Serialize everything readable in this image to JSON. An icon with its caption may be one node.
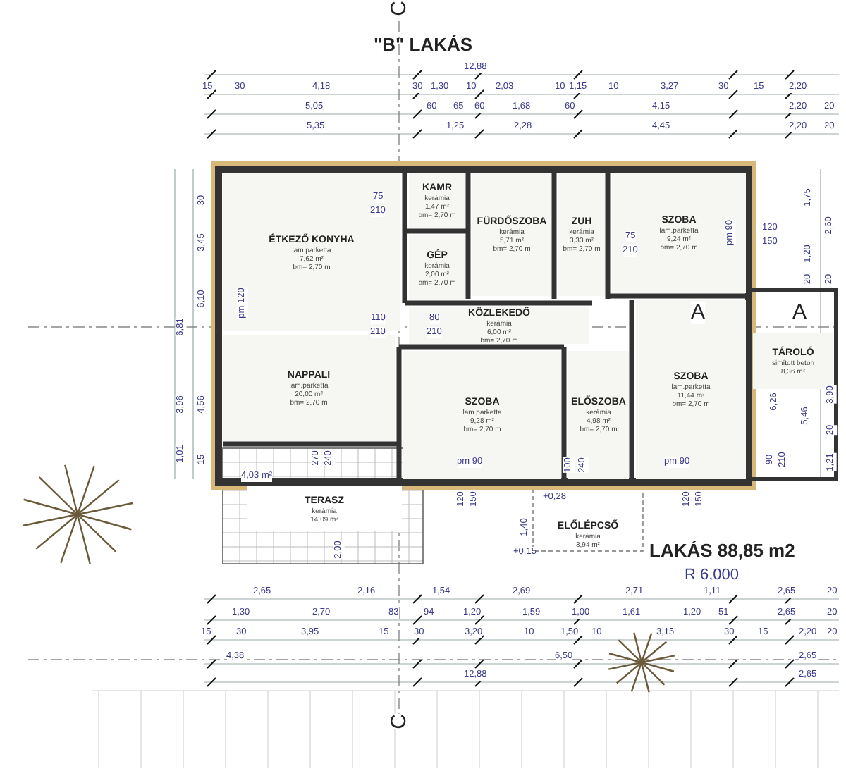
{
  "diagram": {
    "title": "\"B\" LAKÁS",
    "nodes": [
      {
        "text": [
          "ÉTKEZŐ KONYHA",
          "lam.parketta",
          "7,62 m²",
          "bm= 2,70 m"
        ]
      },
      {
        "text": [
          "KAMR",
          "kerámia",
          "1,47 m²",
          "bm= 2,70 m"
        ]
      },
      {
        "text": [
          "GÉP",
          "kerámia",
          "2,00 m²",
          "bm= 2,70 m"
        ]
      },
      {
        "text": [
          "FÜRDŐSZOBA",
          "kerámia",
          "5,71 m²",
          "bm= 2,70 m"
        ]
      },
      {
        "text": [
          "ZUH",
          "kerámia",
          "3,33 m²",
          "bm= 2,70 m"
        ]
      },
      {
        "text": [
          "SZOBA",
          "lam.parketta",
          "9,24 m²",
          "bm= 2,70 m"
        ]
      },
      {
        "text": [
          "KÖZLEKEDŐ",
          "kerámia",
          "6,00 m²",
          "bm= 2,70 m"
        ]
      },
      {
        "text": [
          "TÁROLÓ",
          "simított beton",
          "8,36 m²"
        ]
      },
      {
        "text": [
          "NAPPALI",
          "lam.parketta",
          "20,00 m²",
          "bm= 2,70 m"
        ]
      },
      {
        "text": [
          "SZOBA",
          "lam.parketta",
          "9,28 m²",
          "bm= 2,70 m"
        ]
      },
      {
        "text": [
          "ELŐSZOBA",
          "kerámia",
          "4,98 m²",
          "bm= 2,70 m"
        ]
      },
      {
        "text": [
          "SZOBA",
          "lam.parketta",
          "11,44 m²",
          "bm= 2,70 m"
        ]
      },
      {
        "text": [
          "TERASZ",
          "kerámia",
          "14,09 m²"
        ]
      },
      {
        "text": [
          "ELŐLÉPCSŐ",
          "kerámia",
          "3,94 m²"
        ]
      }
    ],
    "labels": [
      "C",
      "12,88",
      "15",
      "30",
      "4,18",
      "30",
      "1,30",
      "10",
      "2,03",
      "10",
      "1,15",
      "10",
      "3,27",
      "30",
      "15",
      "2,20",
      "5,05",
      "60",
      "65",
      "60",
      "1,68",
      "60",
      "4,15",
      "2,20",
      "20",
      "5,35",
      "1,25",
      "2,28",
      "4,45",
      "2,20",
      "20",
      "75",
      "210",
      "75",
      "210",
      "pm 90",
      "120",
      "150",
      "pm 120",
      "A",
      "A",
      "110",
      "210",
      "80",
      "210",
      "270",
      "240",
      "4,03 m²",
      "pm 90",
      "pm 90",
      "100",
      "240",
      "90",
      "210",
      "120",
      "150",
      "120",
      "150",
      "+0,28",
      "1,40",
      "+0,15",
      "2,00",
      "LAKÁS 88,85 m2",
      "R 6,000",
      "30",
      "3,45",
      "6,10",
      "6,81",
      "3,96",
      "4,56",
      "1,01",
      "15",
      "1,75",
      "2,60",
      "1,20",
      "20",
      "20",
      "6,26",
      "5,46",
      "3,90",
      "20",
      "1,21",
      "2,65",
      "2,16",
      "1,54",
      "2,69",
      "2,71",
      "1,11",
      "2,65",
      "20",
      "1,30",
      "2,70",
      "83",
      "94",
      "1,20",
      "1,59",
      "1,00",
      "1,61",
      "1,20",
      "51",
      "2,65",
      "20",
      "15",
      "30",
      "3,95",
      "15",
      "30",
      "3,20",
      "10",
      "1,50",
      "10",
      "3,15",
      "30",
      "15",
      "2,20",
      "20",
      "4,38",
      "6,50",
      "2,65",
      "12,88",
      "2,65",
      "C"
    ]
  }
}
